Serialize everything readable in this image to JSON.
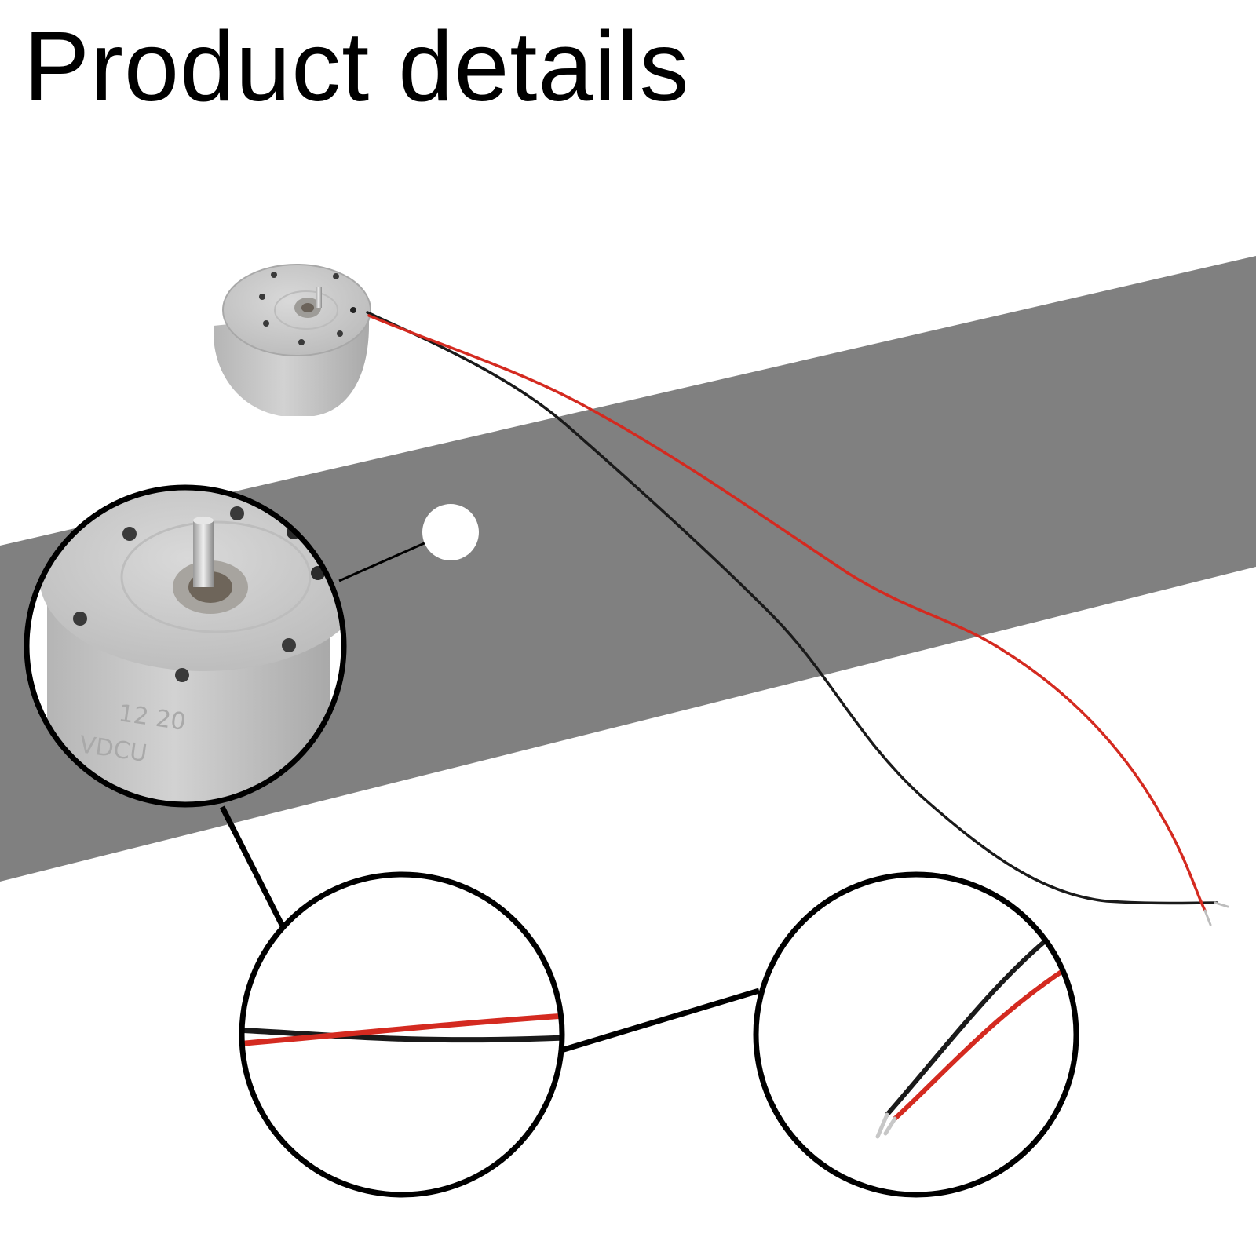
{
  "page": {
    "title": "Product details"
  },
  "motor_markings": {
    "top_line": "12  20",
    "bottom_line": "VDCU"
  },
  "colors": {
    "background": "#ffffff",
    "band": "#808080",
    "outline": "#000000",
    "wire_red": "#d42a20",
    "wire_black": "#1a1a1a",
    "motor_metal": "#c9c9c9"
  },
  "icons": {
    "motor": "dc-motor",
    "zoom_callout": "magnifier-circle"
  }
}
